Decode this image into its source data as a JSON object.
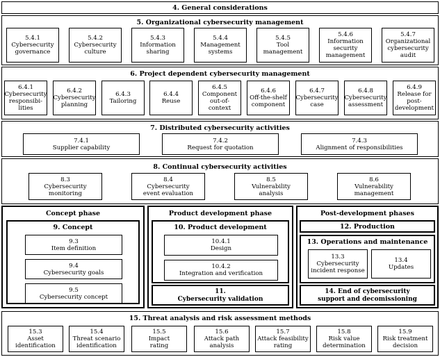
{
  "sec4": {
    "title": "4. General considerations"
  },
  "sec5": {
    "title": "5. Organizational cybersecurity management",
    "items": [
      {
        "num": "5.4.1",
        "l1": "Cybersecurity",
        "l2": "governance",
        "l3": ""
      },
      {
        "num": "5.4.2",
        "l1": "Cybersecurity",
        "l2": "culture",
        "l3": ""
      },
      {
        "num": "5.4.3",
        "l1": "Information",
        "l2": "sharing",
        "l3": ""
      },
      {
        "num": "5.4.4",
        "l1": "Management",
        "l2": "systems",
        "l3": ""
      },
      {
        "num": "5.4.5",
        "l1": "Tool",
        "l2": "management",
        "l3": ""
      },
      {
        "num": "5.4.6",
        "l1": "Information",
        "l2": "security",
        "l3": "management"
      },
      {
        "num": "5.4.7",
        "l1": "Organizational",
        "l2": "cybersecurity",
        "l3": "audit"
      }
    ]
  },
  "sec6": {
    "title": "6. Project dependent cybersecurity management",
    "items": [
      {
        "num": "6.4.1",
        "l1": "Cybersecurity",
        "l2": "responsibi-",
        "l3": "lities"
      },
      {
        "num": "6.4.2",
        "l1": "Cybersecurity",
        "l2": "planning",
        "l3": ""
      },
      {
        "num": "6.4.3",
        "l1": "Tailoring",
        "l2": "",
        "l3": ""
      },
      {
        "num": "6.4.4",
        "l1": "Reuse",
        "l2": "",
        "l3": ""
      },
      {
        "num": "6.4.5",
        "l1": "Component",
        "l2": "out-of-context",
        "l3": ""
      },
      {
        "num": "6.4.6",
        "l1": "Off-the-shelf",
        "l2": "component",
        "l3": ""
      },
      {
        "num": "6.4.7",
        "l1": "Cybersecurity",
        "l2": "case",
        "l3": ""
      },
      {
        "num": "6.4.8",
        "l1": "Cybersecurity",
        "l2": "assessment",
        "l3": ""
      },
      {
        "num": "6.4.9",
        "l1": "Release for",
        "l2": "post-",
        "l3": "development"
      }
    ]
  },
  "sec7": {
    "title": "7. Distributed cybersecurity activities",
    "items": [
      {
        "num": "7.4.1",
        "l1": "Supplier capability"
      },
      {
        "num": "7.4.2",
        "l1": "Request for quotation"
      },
      {
        "num": "7.4.3",
        "l1": "Alignment of responsibilities"
      }
    ]
  },
  "sec8": {
    "title": "8. Continual cybersecurity activities",
    "items": [
      {
        "num": "8.3",
        "l1": "Cybersecurity",
        "l2": "monitoring"
      },
      {
        "num": "8.4",
        "l1": "Cybersecurity",
        "l2": "event evaluation"
      },
      {
        "num": "8.5",
        "l1": "Vulnerability",
        "l2": "analysis"
      },
      {
        "num": "8.6",
        "l1": "Vulnerability",
        "l2": "management"
      }
    ]
  },
  "concept": {
    "phase": "Concept phase",
    "title": "9. Concept",
    "items": [
      {
        "num": "9.3",
        "l1": "Item definition"
      },
      {
        "num": "9.4",
        "l1": "Cybersecurity goals"
      },
      {
        "num": "9.5",
        "l1": "Cybersecurity concept"
      }
    ]
  },
  "product": {
    "phase": "Product development phase",
    "title": "10. Product development",
    "items": [
      {
        "num": "10.4.1",
        "l1": "Design"
      },
      {
        "num": "10.4.2",
        "l1": "Integration and verification"
      }
    ],
    "validation_l1": "11.",
    "validation_l2": "Cybersecurity validation"
  },
  "post": {
    "phase": "Post-development phases",
    "production": "12. Production",
    "ops_title": "13. Operations and maintenance",
    "ops_items": [
      {
        "num": "13.3",
        "l1": "Cybersecurity",
        "l2": "incident response"
      },
      {
        "num": "13.4",
        "l1": "Updates",
        "l2": ""
      }
    ],
    "end_l1": "14. End of cybersecurity",
    "end_l2": "support and decomissioning"
  },
  "sec15": {
    "title": "15. Threat analysis and risk assessment methods",
    "items": [
      {
        "num": "15.3",
        "l1": "Asset",
        "l2": "identification"
      },
      {
        "num": "15.4",
        "l1": "Threat scenario",
        "l2": "identification"
      },
      {
        "num": "15.5",
        "l1": "Impact",
        "l2": "rating"
      },
      {
        "num": "15.6",
        "l1": "Attack path",
        "l2": "analysis"
      },
      {
        "num": "15.7",
        "l1": "Attack feasibility",
        "l2": "rating"
      },
      {
        "num": "15.8",
        "l1": "Risk value",
        "l2": "determination"
      },
      {
        "num": "15.9",
        "l1": "Risk treatment",
        "l2": "decision"
      }
    ]
  }
}
